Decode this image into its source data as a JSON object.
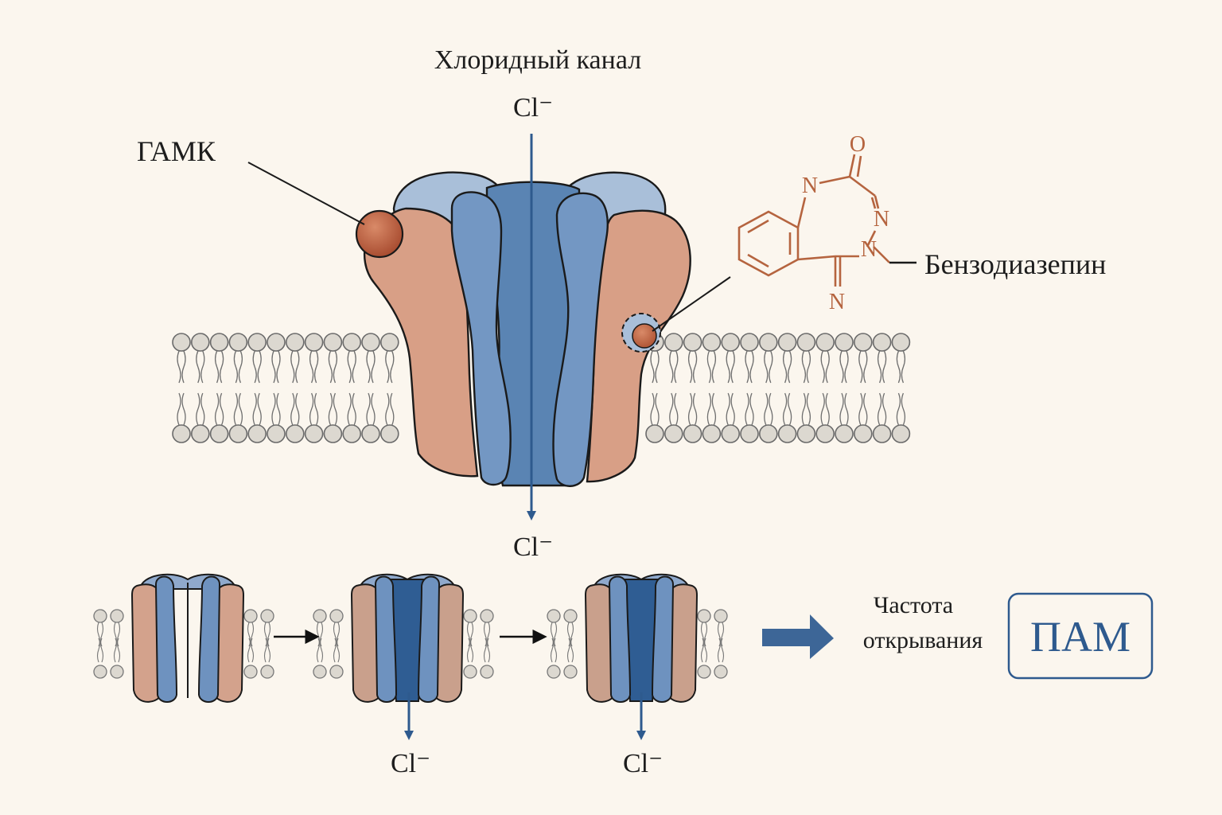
{
  "title": "Хлоридный канал",
  "ion_top": "Cl⁻",
  "ion_bottom": "Cl⁻",
  "gaba_label": "ГАМК",
  "bzd_label": "Бензодиазепин",
  "bzd_structure": {
    "atom_n1": "N",
    "atom_o": "O",
    "atom_n_ring": "N",
    "atom_n4": "N",
    "atom_n_imine": "N"
  },
  "states": {
    "ion_state2": "Cl⁻",
    "ion_state3": "Cl⁻"
  },
  "result": {
    "text_line1": "Частота",
    "text_line2": "открывания",
    "box_label": "ПАМ"
  },
  "colors": {
    "background": "#fbf6ee",
    "subunit_salmon": "#d89f86",
    "subunit_blue": "#7397c3",
    "pore_dark": "#4c78a8",
    "ion_arrow": "#2e5a8e",
    "ligand": "#b3573a",
    "membrane_head": "#dcd8d0",
    "chemistry": "#b5643f"
  },
  "icons": {
    "transition_arrow": "right-arrow-icon",
    "result_arrow": "thick-right-arrow-icon"
  }
}
